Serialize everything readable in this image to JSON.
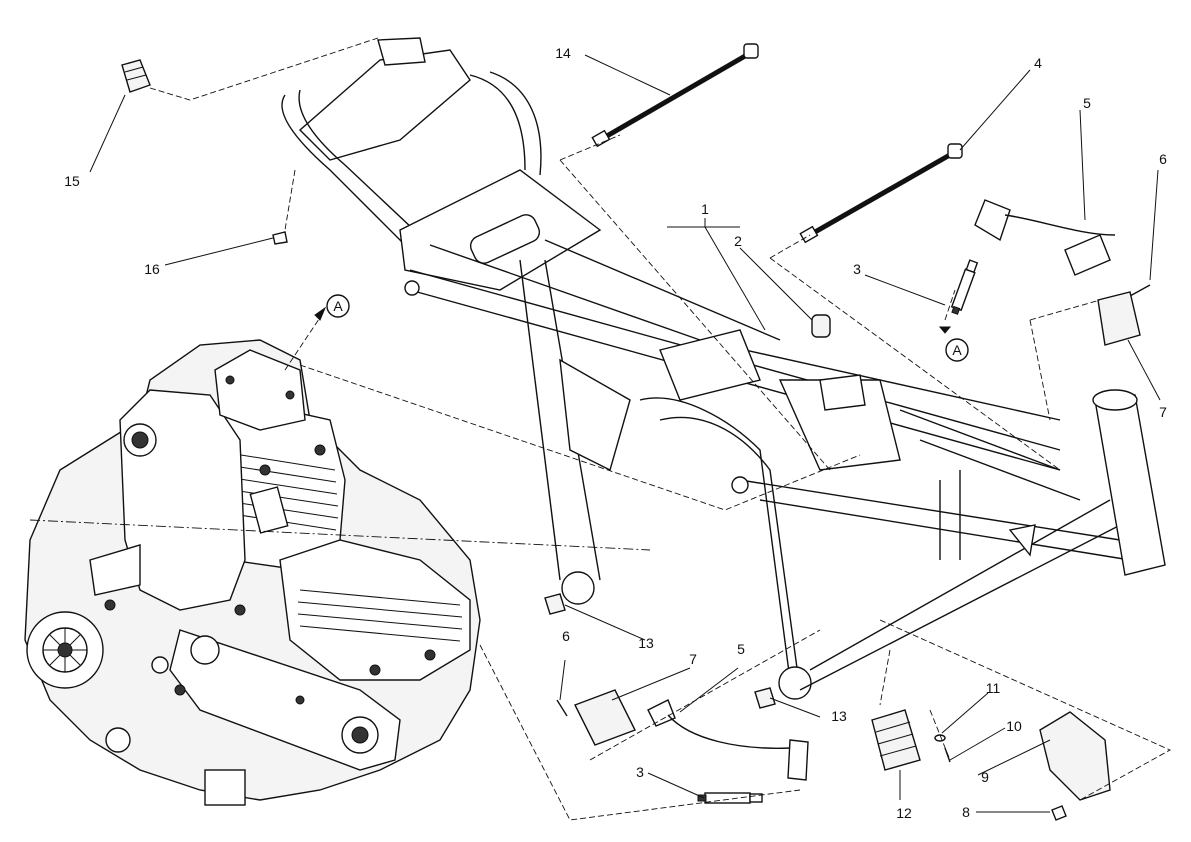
{
  "callouts": [
    {
      "id": "c1",
      "text": "1"
    },
    {
      "id": "c2",
      "text": "2"
    },
    {
      "id": "c3a",
      "text": "3"
    },
    {
      "id": "c3b",
      "text": "3"
    },
    {
      "id": "c4",
      "text": "4"
    },
    {
      "id": "c5a",
      "text": "5"
    },
    {
      "id": "c5b",
      "text": "5"
    },
    {
      "id": "c6a",
      "text": "6"
    },
    {
      "id": "c6b",
      "text": "6"
    },
    {
      "id": "c7a",
      "text": "7"
    },
    {
      "id": "c7b",
      "text": "7"
    },
    {
      "id": "c8",
      "text": "8"
    },
    {
      "id": "c9",
      "text": "9"
    },
    {
      "id": "c10",
      "text": "10"
    },
    {
      "id": "c11",
      "text": "11"
    },
    {
      "id": "c12",
      "text": "12"
    },
    {
      "id": "c13a",
      "text": "13"
    },
    {
      "id": "c13b",
      "text": "13"
    },
    {
      "id": "c14",
      "text": "14"
    },
    {
      "id": "c15",
      "text": "15"
    },
    {
      "id": "c16",
      "text": "16"
    }
  ],
  "reference_markers": [
    {
      "id": "refA1",
      "text": "A"
    },
    {
      "id": "refA2",
      "text": "A"
    }
  ]
}
